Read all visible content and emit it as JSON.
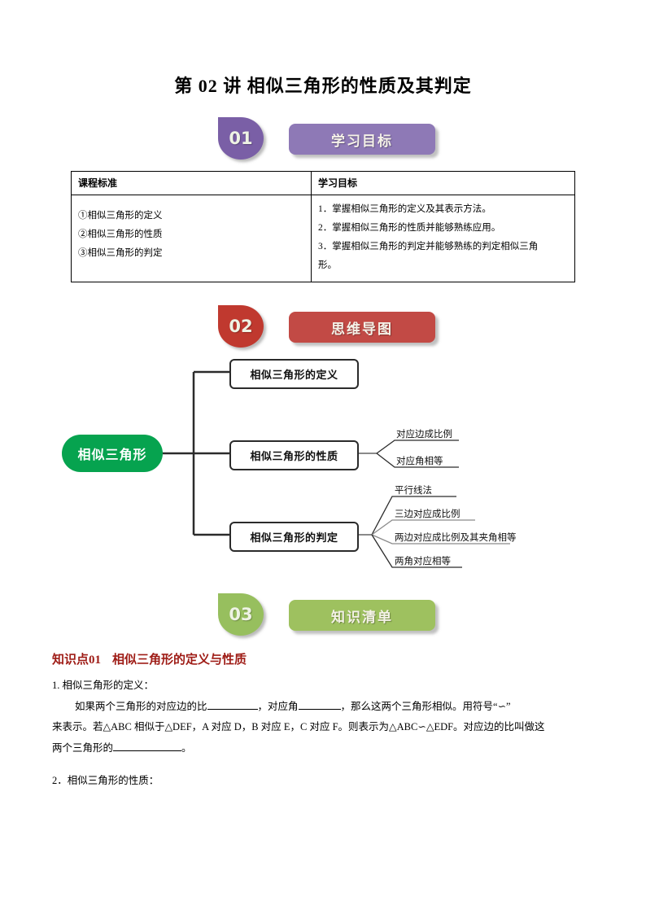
{
  "document": {
    "title": "第 02 讲  相似三角形的性质及其判定"
  },
  "sections": {
    "objectives": {
      "badge": "01",
      "label": "学习目标",
      "badge_color": "#7a5fa6",
      "banner_color": "#8e79b6",
      "table": {
        "headers": [
          "课程标准",
          "学习目标"
        ],
        "left_items": [
          "①相似三角形的定义",
          "②相似三角形的性质",
          "③相似三角形的判定"
        ],
        "right_items": [
          "1．掌握相似三角形的定义及其表示方法。",
          "2．掌握相似三角形的性质并能够熟练应用。",
          "3．掌握相似三角形的判定并能够熟练的判定相似三角",
          "形。"
        ]
      }
    },
    "mindmap": {
      "badge": "02",
      "label": "思维导图",
      "badge_color": "#c0392f",
      "banner_color": "#c24a45",
      "root": "相似三角形",
      "root_color": "#06a34f",
      "nodes": [
        {
          "label": "相似三角形的定义",
          "leaves": []
        },
        {
          "label": "相似三角形的性质",
          "leaves": [
            "对应边成比例",
            "对应角相等"
          ]
        },
        {
          "label": "相似三角形的判定",
          "leaves": [
            "平行线法",
            "三边对应成比例",
            "两边对应成比例及其夹角相等",
            "两角对应相等"
          ]
        }
      ]
    },
    "knowledge": {
      "badge": "03",
      "label": "知识清单",
      "badge_color": "#97bf5e",
      "banner_color": "#9ec15f",
      "point_title_num": "知识点01",
      "point_title_text": "相似三角形的定义与性质",
      "item1_title": "1. 相似三角形的定义：",
      "item1_p1_a": "如果两个三角形的对应边的比",
      "item1_p1_b": "，对应角",
      "item1_p1_c": "，那么这两个三角形相似。用符号“∽”",
      "item1_p2": "来表示。若△ABC 相似于△DEF，A 对应 D，B 对应 E，C 对应 F。则表示为△ABC∽△EDF。对应边的比叫做这",
      "item1_p3_a": "两个三角形的",
      "item1_p3_b": "。",
      "item2_title": "2．相似三角形的性质："
    }
  }
}
